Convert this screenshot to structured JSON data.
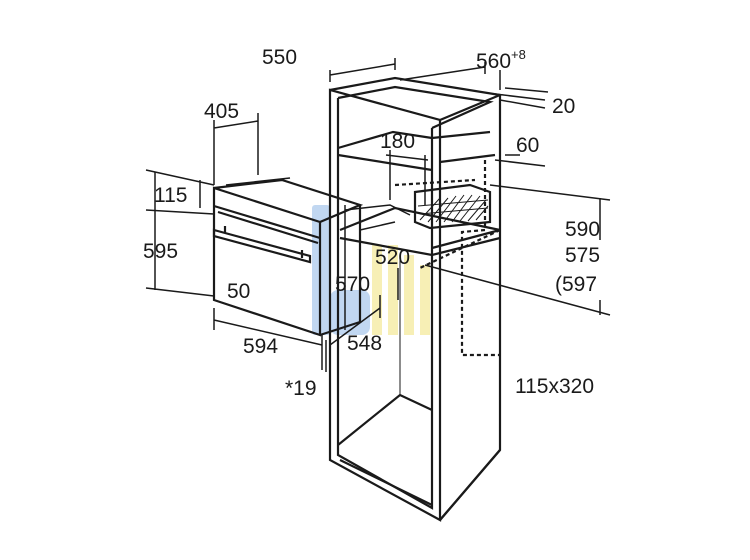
{
  "dimensions": {
    "d550": "550",
    "d560": "560",
    "d560_sup": "+8",
    "d20": "20",
    "d405": "405",
    "d180": "180",
    "d60": "60",
    "d115": "115",
    "d590": "590",
    "d575": "575",
    "d597": "(597",
    "d595": "595",
    "d520": "520",
    "d50": "50",
    "d570": "570",
    "d594": "594",
    "d548": "548",
    "d19": "*19",
    "vent": "115x320"
  },
  "colors": {
    "line": "#1a1a1a",
    "watermark_blue": "#8fb8e6",
    "watermark_yellow": "#f2e27a",
    "background": "#ffffff"
  }
}
